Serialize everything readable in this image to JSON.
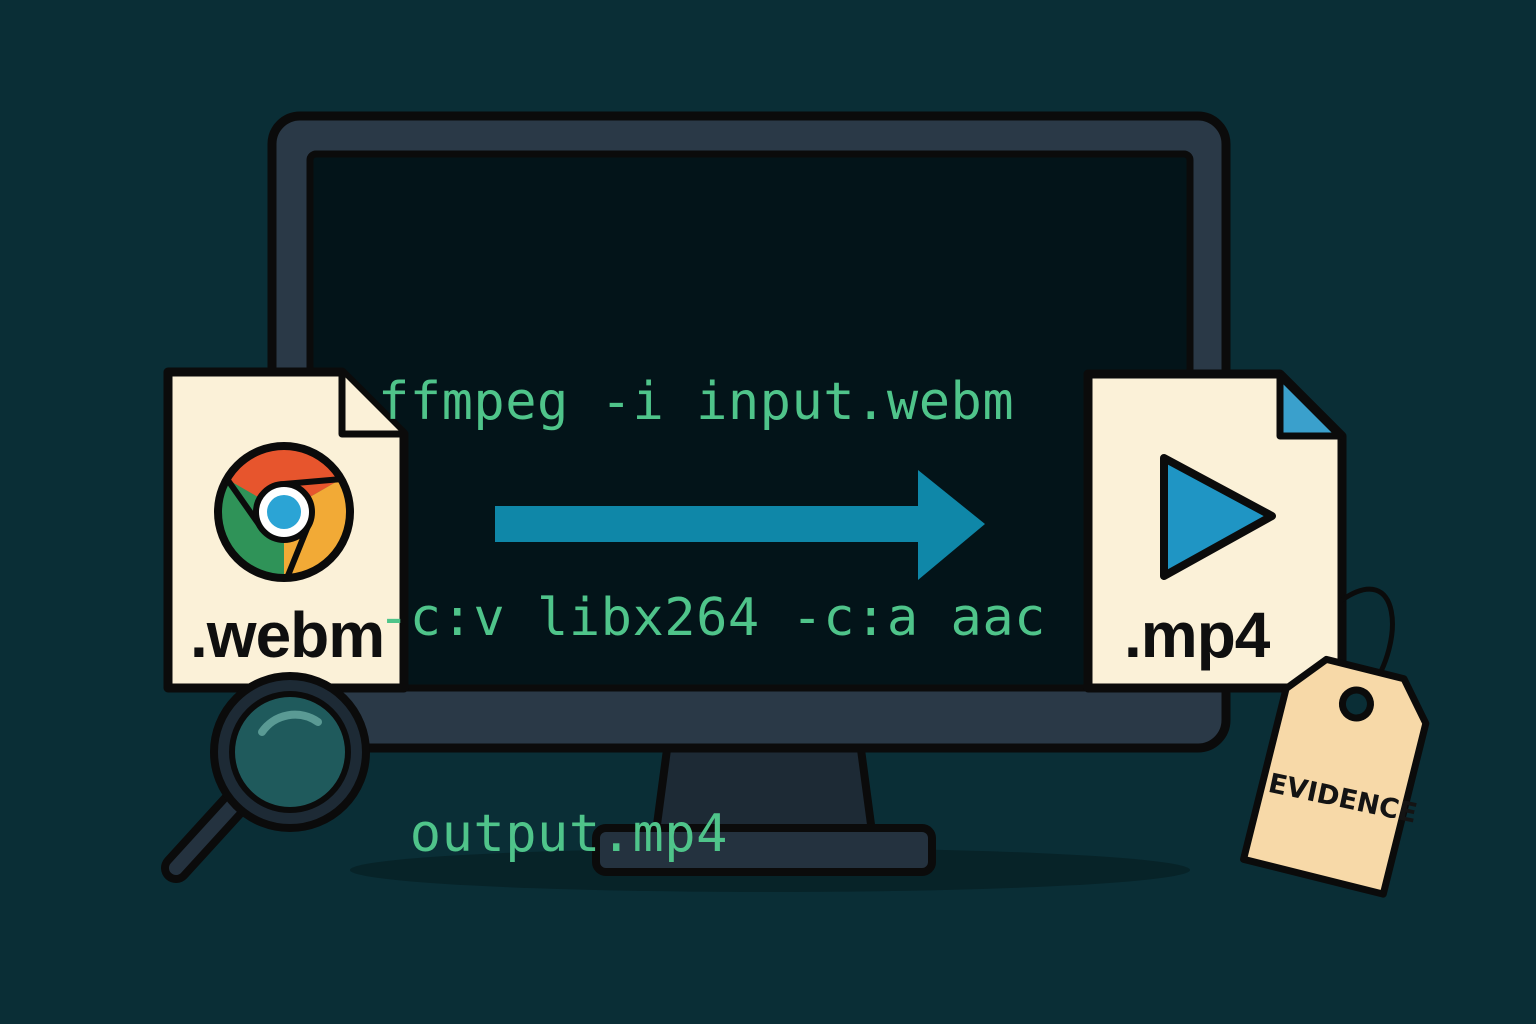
{
  "terminal": {
    "lines": [
      "ffmpeg -i input.webm",
      "-c:v libx264 -c:a aac",
      " output.mp4"
    ]
  },
  "source_file": {
    "extension": ".webm",
    "icon": "chrome-logo-icon"
  },
  "target_file": {
    "extension": ".mp4",
    "icon": "play-icon"
  },
  "evidence_tag": {
    "label": "EVIDENCE"
  },
  "icons": {
    "arrow": "arrow-right-icon",
    "magnifier": "magnifying-glass-icon"
  },
  "colors": {
    "background": "#0a2e36",
    "monitor_frame": "#2a3947",
    "screen": "#031419",
    "terminal_text": "#4fc48a",
    "arrow": "#0f87a8",
    "file_paper": "#fbf1d8",
    "tag": "#f7d9a8",
    "chrome_red": "#e7552d",
    "chrome_green": "#2f9358",
    "chrome_yellow": "#f2aa36",
    "chrome_blue": "#2ba4d5",
    "play_blue": "#1f95c4"
  }
}
